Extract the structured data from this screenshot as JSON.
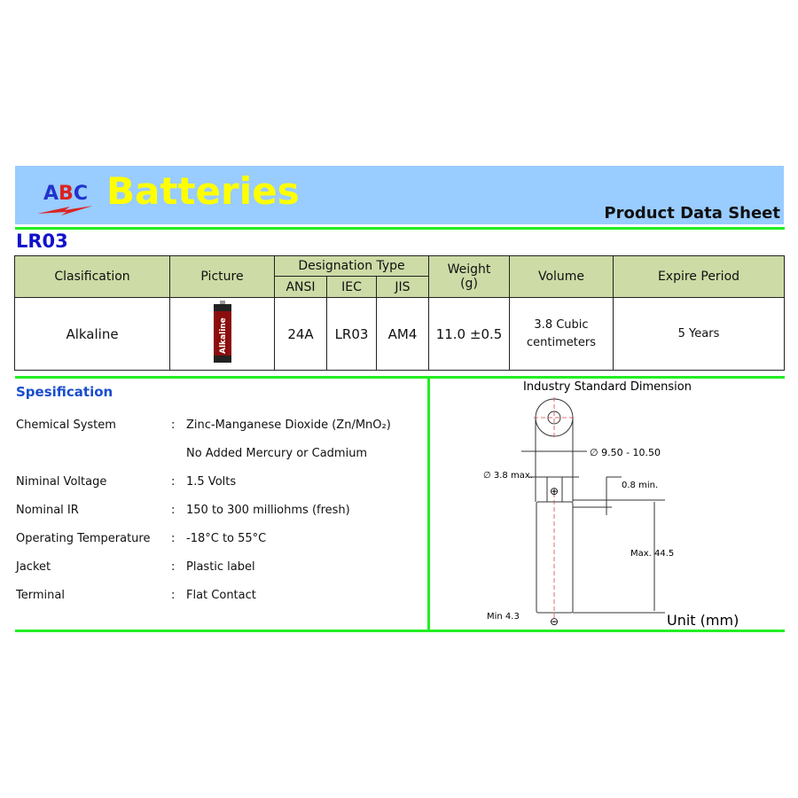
{
  "header": {
    "logo": "ABC",
    "brand": "Batteries",
    "subtitle": "Product Data Sheet"
  },
  "model": "LR03",
  "table": {
    "headers": {
      "classification": "Clasification",
      "picture": "Picture",
      "designation": "Designation Type",
      "ansi": "ANSI",
      "iec": "IEC",
      "jis": "JIS",
      "weight": "Weight",
      "weight_unit": "(g)",
      "volume": "Volume",
      "expire": "Expire Period"
    },
    "row": {
      "classification": "Alkaline",
      "picture_label": "Alkaline",
      "ansi": "24A",
      "iec": "LR03",
      "jis": "AM4",
      "weight": "11.0 ±0.5",
      "volume_1": "3.8 Cubic",
      "volume_2": "centimeters",
      "expire": "5 Years"
    }
  },
  "spec": {
    "title": "Spesification",
    "rows": [
      {
        "label": "Chemical System",
        "value": "Zinc-Manganese Dioxide (Zn/MnO₂)"
      },
      {
        "label": "",
        "value": "No Added Mercury or Cadmium"
      },
      {
        "label": "Niminal Voltage",
        "value": "1.5 Volts"
      },
      {
        "label": "Nominal IR",
        "value": "150 to 300 milliohms (fresh)"
      },
      {
        "label": "Operating Temperature",
        "value": "-18°C to 55°C"
      },
      {
        "label": "Jacket",
        "value": "Plastic label"
      },
      {
        "label": "Terminal",
        "value": "Flat Contact"
      }
    ]
  },
  "diagram": {
    "title": "Industry Standard Dimension",
    "diameter": "∅ 9.50 - 10.50",
    "terminal_diameter": "∅ 3.8 max.",
    "terminal_height": "0.8 min.",
    "height": "Max. 44.5",
    "min": "Min 4.3",
    "plus": "⊕",
    "minus": "⊖",
    "unit": "Unit (mm)"
  }
}
